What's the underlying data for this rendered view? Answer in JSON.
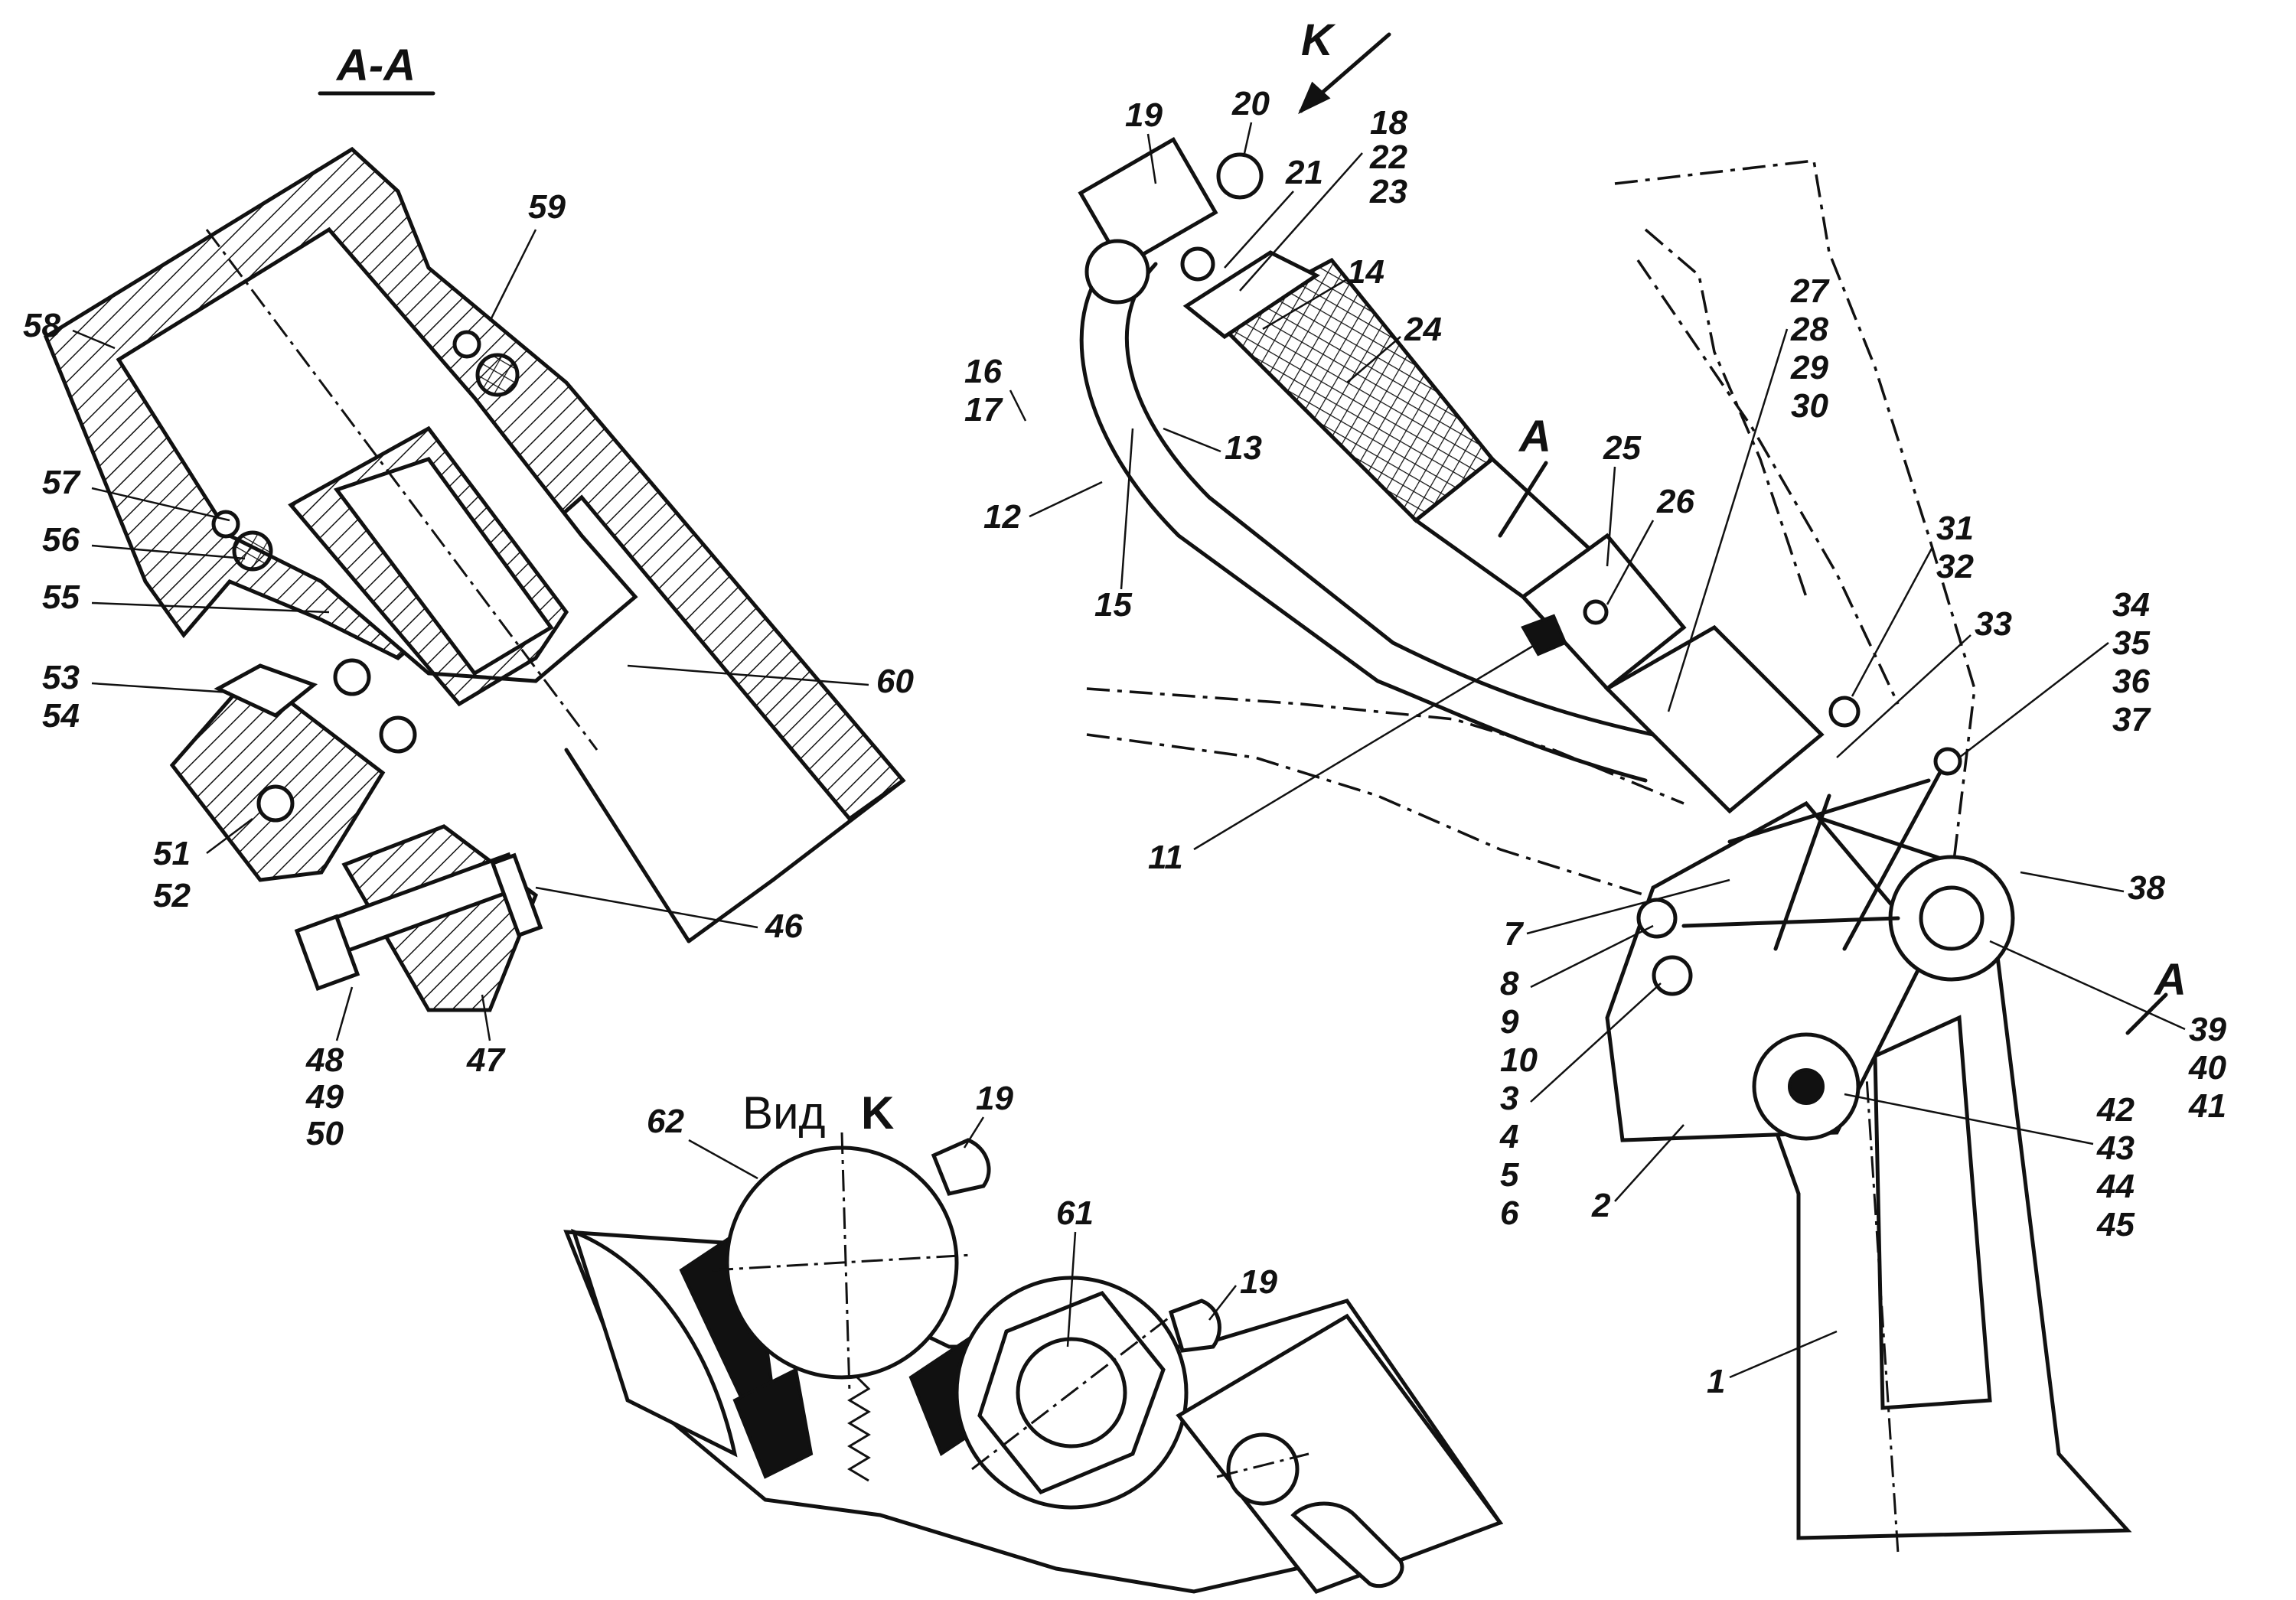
{
  "section_title": "A-A",
  "view_title": "Вид",
  "view_letter": "K",
  "view_arrow_letter": "K",
  "section_marks": [
    "A",
    "A"
  ],
  "callouts": {
    "c19": "19",
    "c20": "20",
    "c21": "21",
    "c18": [
      "18",
      "22",
      "23"
    ],
    "c14": "14",
    "c24": "24",
    "c16": [
      "16",
      "17"
    ],
    "c13": "13",
    "c12": "12",
    "c15": "15",
    "c25": "25",
    "c26": "26",
    "c27": [
      "27",
      "28",
      "29",
      "30"
    ],
    "c31": [
      "31",
      "32"
    ],
    "c33": "33",
    "c34": [
      "34",
      "35",
      "36",
      "37"
    ],
    "c38": "38",
    "c11": "11",
    "c7": "7",
    "c8": [
      "8",
      "9",
      "10",
      "3",
      "4",
      "5",
      "6"
    ],
    "c39": [
      "39",
      "40",
      "41"
    ],
    "c42": [
      "42",
      "43",
      "44",
      "45"
    ],
    "c2": "2",
    "c1": "1",
    "c59": "59",
    "c58": "58",
    "c57": "57",
    "c56": "56",
    "c55": "55",
    "c53": [
      "53",
      "54"
    ],
    "c60": "60",
    "c51": [
      "51",
      "52"
    ],
    "c46": "46",
    "c48": [
      "48",
      "49",
      "50"
    ],
    "c47": "47",
    "c62": "62",
    "c19v1": "19",
    "c61": "61",
    "c19v2": "19"
  }
}
